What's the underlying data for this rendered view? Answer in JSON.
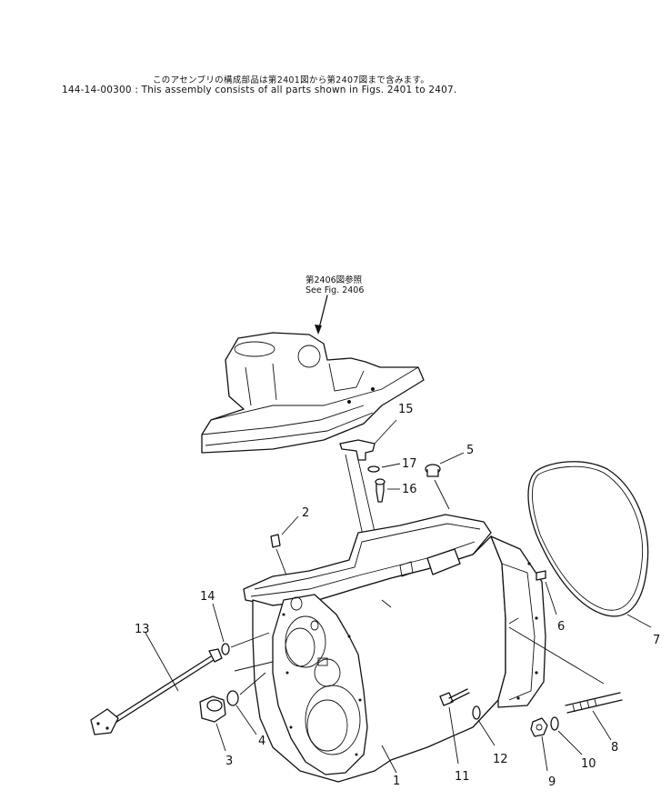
{
  "header": {
    "note_jp": "このアセンブリの構成部品は第2401図から第2407図まで含みます。",
    "note_en": "144-14-00300 : This assembly consists of all parts shown in Figs. 2401 to 2407."
  },
  "reference": {
    "jp": "第2406図参照",
    "en": "See Fig. 2406"
  },
  "callouts": {
    "c1": "1",
    "c2": "2",
    "c3": "3",
    "c4": "4",
    "c5": "5",
    "c6": "6",
    "c7": "7",
    "c8": "8",
    "c9": "9",
    "c10": "10",
    "c11": "11",
    "c12": "12",
    "c13": "13",
    "c14": "14",
    "c15": "15",
    "c16": "16",
    "c17": "17"
  }
}
